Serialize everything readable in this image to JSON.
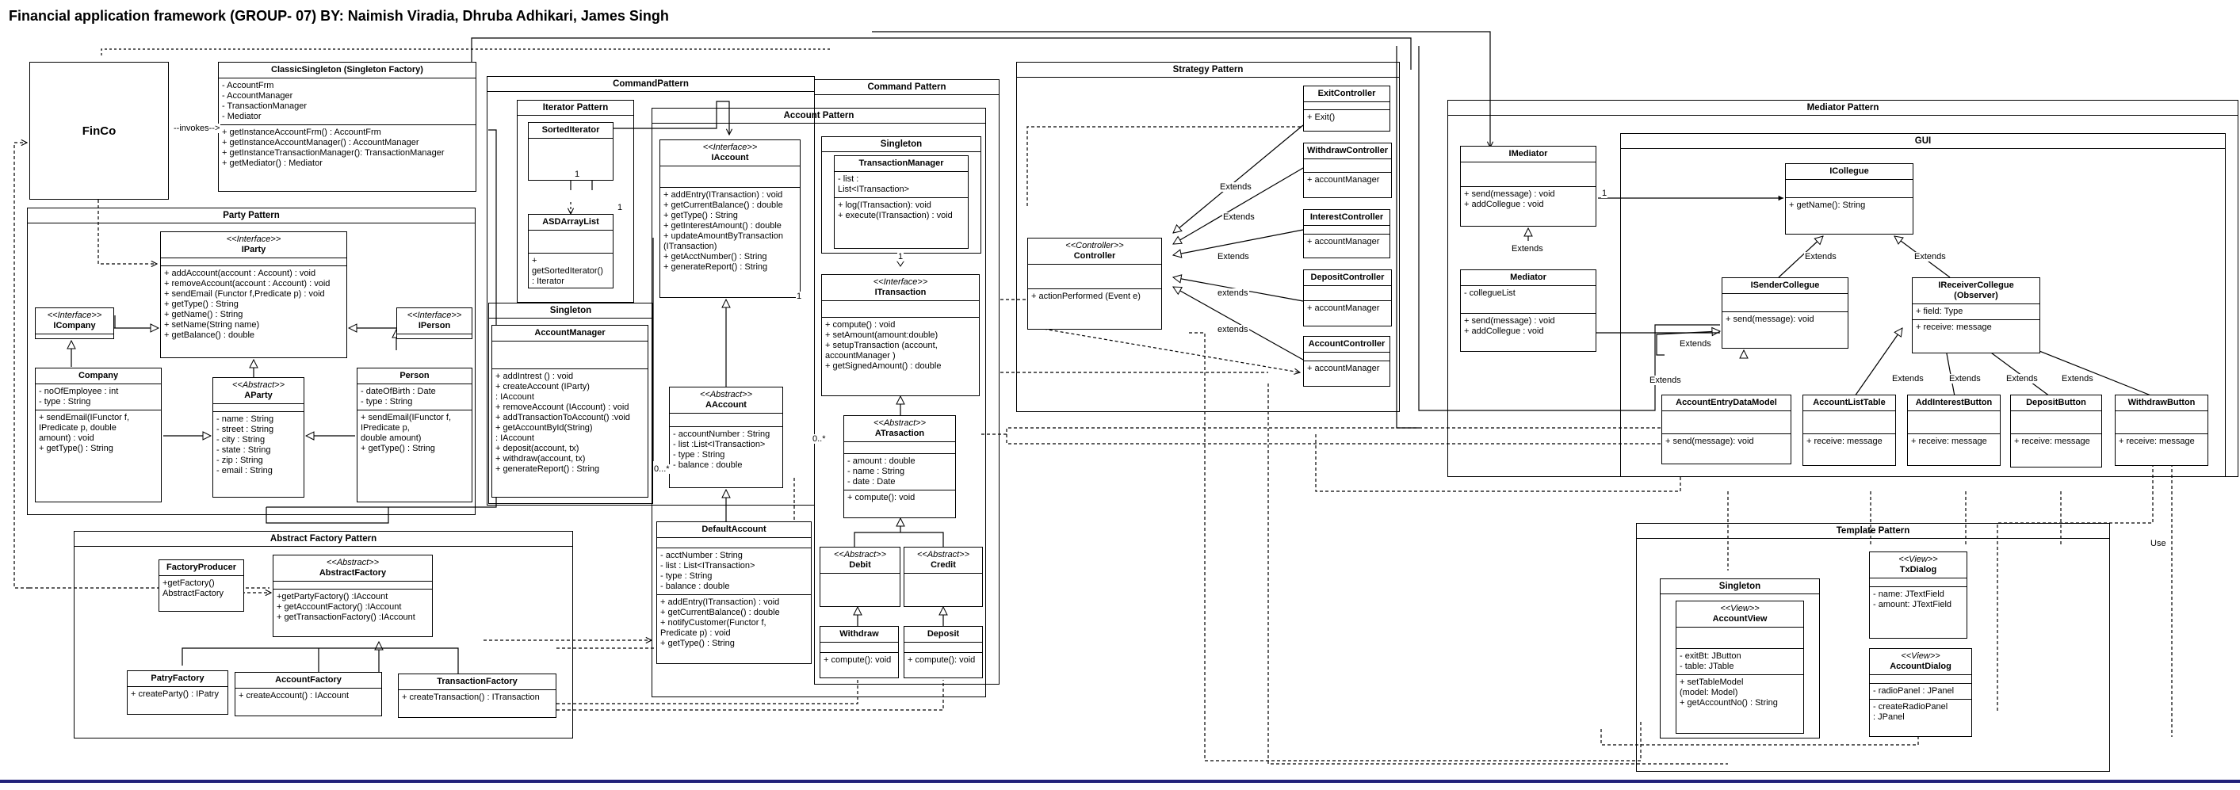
{
  "title": "Financial application framework (GROUP- 07) BY: Naimish Viradia, Dhruba Adhikari, James Singh",
  "packages": {
    "party": "Party Pattern",
    "abstract_factory": "Abstract Factory Pattern",
    "command_outer": "CommandPattern",
    "iterator": "Iterator Pattern",
    "singleton_am": "Singleton",
    "command_inner": "Command Pattern",
    "account": "Account Pattern",
    "singleton_tm": "Singleton",
    "strategy": "Strategy Pattern",
    "mediator": "Mediator Pattern",
    "gui": "GUI",
    "template": "Template Pattern",
    "singleton_view": "Singleton"
  },
  "classes": {
    "finco": {
      "name": "FinCo"
    },
    "classic_singleton": {
      "name": "ClassicSingleton (Singleton Factory)",
      "attrs": "- AccountFrm\n- AccountManager\n- TransactionManager\n- Mediator",
      "ops": "+ getInstanceAccountFrm() : AccountFrm\n+ getInstanceAccountManager() : AccountManager\n+ getInstanceTransactionManager(): TransactionManager\n+ getMediator() : Mediator"
    },
    "iparty": {
      "stereo": "<<Interface>>",
      "name": "IParty",
      "ops": "+ addAccount(account : Account) : void\n+ removeAccount(account : Account) : void\n+ sendEmail (Functor f,Predicate p) : void\n+ getType() : String\n+ getName() : String\n+ setName(String name)\n+ getBalance() : double"
    },
    "icompany": {
      "stereo": "<<Interface>>",
      "name": "ICompany"
    },
    "iperson": {
      "stereo": "<<Interface>>",
      "name": "IPerson"
    },
    "company": {
      "name": "Company",
      "attrs": "- noOfEmployee : int\n- type : String",
      "ops": "+ sendEmail(IFunctor f,\n  IPredicate p, double\n  amount) : void\n+ getType() : String"
    },
    "aparty": {
      "stereo": "<<Abstract>>",
      "name": "AParty",
      "attrs": "- name : String\n- street : String\n- city : String\n- state : String\n- zip : String\n- email : String"
    },
    "person": {
      "name": "Person",
      "attrs": "- dateOfBirth : Date\n- type : String",
      "ops": "+ sendEmail(IFunctor f,\n  IPredicate p,\ndouble amount)\n+ getType() : String"
    },
    "factory_producer": {
      "name": "FactoryProducer",
      "ops": "+getFactory()\n AbstractFactory"
    },
    "abstract_factory": {
      "stereo": "<<Abstract>>",
      "name": "AbstractFactory",
      "ops": "+getPartyFactory() :IAccount\n+ getAccountFactory() :IAccount\n+ getTransactionFactory() :IAccount"
    },
    "party_factory": {
      "name": "PatryFactory",
      "ops": "+ createParty() : IPatry"
    },
    "account_factory": {
      "name": "AccountFactory",
      "ops": "+ createAccount() : IAccount"
    },
    "transaction_factory": {
      "name": "TransactionFactory",
      "ops": "+ createTransaction() : ITransaction"
    },
    "sorted_iterator": {
      "name": "SortedIterator"
    },
    "asd_array_list": {
      "name": "ASDArrayList",
      "ops": "+ getSortedIterator()\n: Iterator"
    },
    "account_manager": {
      "name": "AccountManager",
      "ops": "+ addIntrest () : void\n+ createAccount (IParty)\n: IAccount\n+ removeAccount (IAccount) : void\n+ addTransactionToAccount() :void\n+ getAccountById(String)\n  : IAccount\n+ deposit(account, tx)\n+ withdraw(account, tx)\n+ generateReport() : String"
    },
    "iaccount": {
      "stereo": "<<Interface>>",
      "name": "IAccount",
      "ops": "+ addEntry(ITransaction) : void\n+ getCurrentBalance() : double\n+ getType() : String\n+ getInterestAmount() : double\n+ updateAmountByTransaction\n(ITransaction)\n+ getAcctNumber() : String\n+ generateReport() : String"
    },
    "aaccount": {
      "stereo": "<<Abstract>>",
      "name": "AAccount",
      "attrs": "- accountNumber : String\n- list :List<ITransaction>\n- type : String\n- balance : double"
    },
    "default_account": {
      "name": "DefaultAccount",
      "attrs": "- acctNumber : String\n- list : List<ITransaction>\n- type : String\n- balance : double",
      "ops": "+ addEntry(ITransaction) : void\n+ getCurrentBalance() : double\n+ notifyCustomer(Functor f,\nPredicate p) : void\n+ getType() : String"
    },
    "transaction_manager": {
      "name": "TransactionManager",
      "attrs": "- list :\nList<ITransaction>",
      "ops": "+ log(ITransaction): void\n+ execute(ITransaction) : void"
    },
    "itransaction": {
      "stereo": "<<Interface>>",
      "name": "ITransaction",
      "ops": "+ compute() : void\n+ setAmount(amount:double)\n+ setupTransaction (account,\n  accountManager )\n+ getSignedAmount() : double"
    },
    "atransaction": {
      "stereo": "<<Abstract>>",
      "name": "ATrasaction",
      "attrs": "- amount : double\n- name : String\n- date : Date",
      "ops": "+ compute(): void"
    },
    "debit": {
      "stereo": "<<Abstract>>",
      "name": "Debit"
    },
    "credit": {
      "stereo": "<<Abstract>>",
      "name": "Credit"
    },
    "withdraw": {
      "name": "Withdraw",
      "ops": "+ compute(): void"
    },
    "deposit": {
      "name": "Deposit",
      "ops": "+ compute(): void"
    },
    "controller": {
      "stereo": "<<Controller>>",
      "name": "Controller",
      "ops": "+ actionPerformed (Event e)"
    },
    "exit_controller": {
      "name": "ExitController",
      "ops": "+ Exit()"
    },
    "withdraw_controller": {
      "name": "WithdrawController",
      "ops": "+ accountManager"
    },
    "interest_controller": {
      "name": "InterestController",
      "ops": "+ accountManager"
    },
    "deposit_controller": {
      "name": "DepositController",
      "ops": "+ accountManager"
    },
    "account_controller": {
      "name": "AccountController",
      "ops": "+ accountManager"
    },
    "imediator": {
      "name": "IMediator",
      "ops": "+ send(message) : void\n+ addCollegue : void"
    },
    "mediator": {
      "name": "Mediator",
      "attrs": "- collegueList",
      "ops": "+ send(message) : void\n+ addCollegue : void"
    },
    "icollegue": {
      "name": "ICollegue",
      "ops": "+ getName(): String"
    },
    "isender_collegue": {
      "name": "ISenderCollegue",
      "ops": "+ send(message): void"
    },
    "ireceiver_collegue": {
      "name": "IReceiverCollegue\n(Observer)",
      "attrs": "+ field: Type",
      "ops": "+ receive: message"
    },
    "account_entry_data_model": {
      "name": "AccountEntryDataModel",
      "ops": "+ send(message): void"
    },
    "account_list_table": {
      "name": "AccountListTable",
      "ops": "+ receive: message"
    },
    "add_interest_button": {
      "name": "AddInterestButton",
      "ops": "+ receive: message"
    },
    "deposit_button": {
      "name": "DepositButton",
      "ops": "+ receive: message"
    },
    "withdraw_button": {
      "name": "WithdrawButton",
      "ops": "+ receive: message"
    },
    "tx_dialog": {
      "stereo": "<<View>>",
      "name": "TxDialog",
      "attrs": "- name: JTextField\n- amount: JTextField"
    },
    "account_dialog": {
      "stereo": "<<View>>",
      "name": "AccountDialog",
      "attrs": "- radioPanel : JPanel",
      "ops": "- createRadioPanel\n: JPanel"
    },
    "account_view": {
      "stereo": "<<View>>",
      "name": "AccountView",
      "attrs": "- exitBt: JButton\n- table: JTable",
      "ops": "+ setTableModel\n  (model: Model)\n+ getAccountNo()  : String"
    }
  },
  "labels": {
    "invokes": "--invokes-->",
    "extends": "Extends",
    "extends_lower": "extends",
    "use": "Use",
    "mult_1": "1",
    "mult_0": "0...*",
    "mult_0b": "0..*"
  }
}
